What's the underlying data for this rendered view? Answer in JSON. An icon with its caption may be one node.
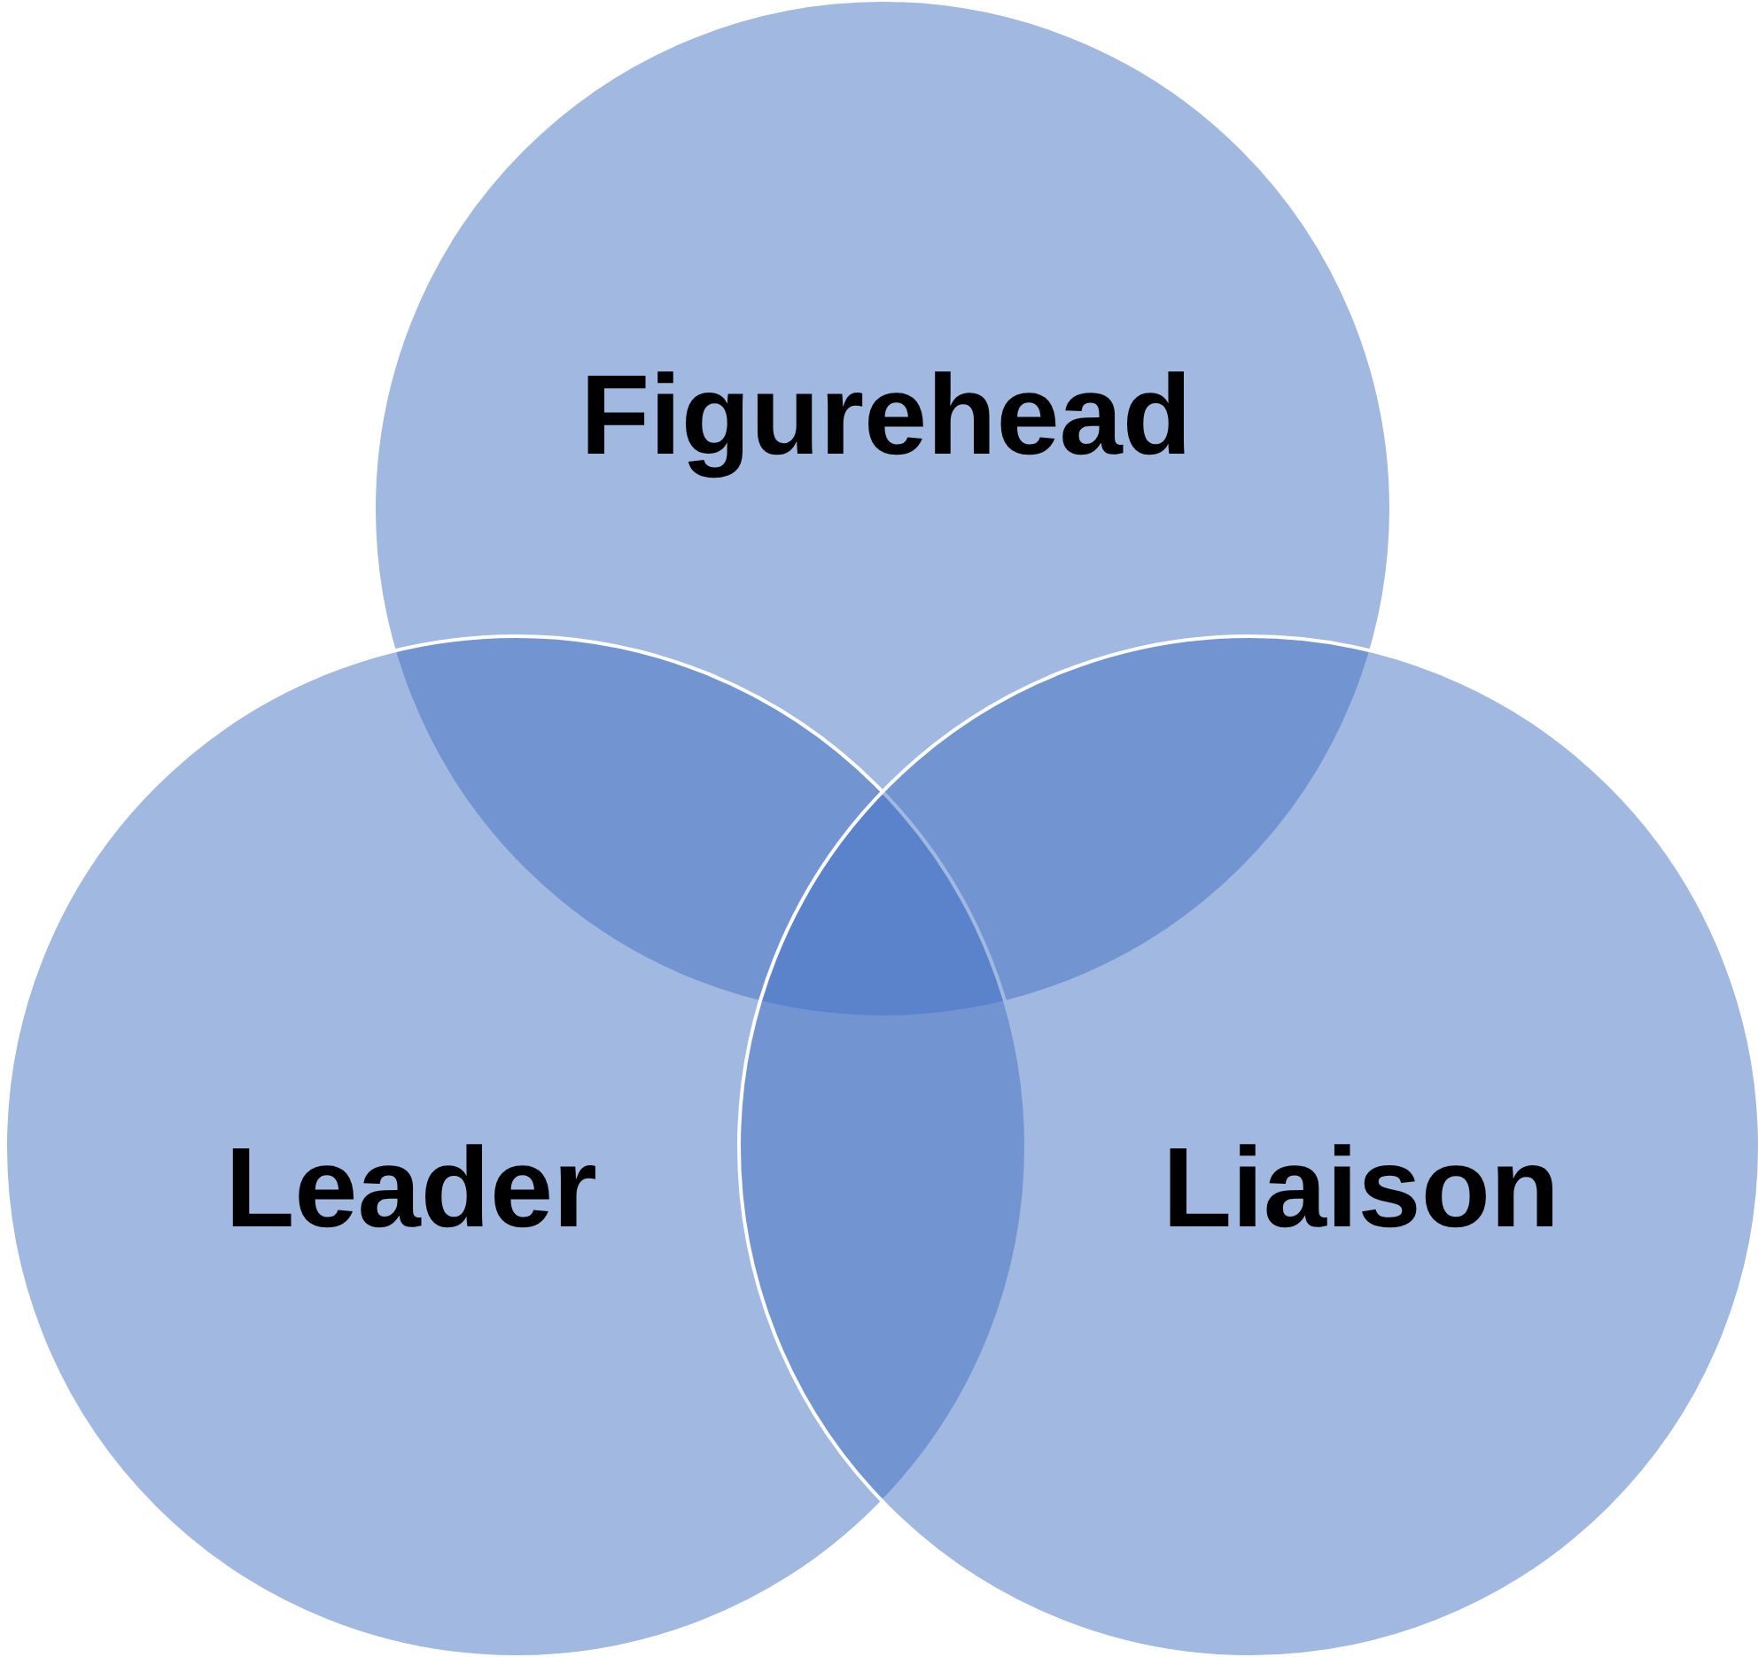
{
  "diagram": {
    "nodes": [
      {
        "text": [
          "Figurehead"
        ]
      },
      {
        "text": [
          "Leader"
        ]
      },
      {
        "text": [
          "Liaison"
        ]
      }
    ]
  }
}
